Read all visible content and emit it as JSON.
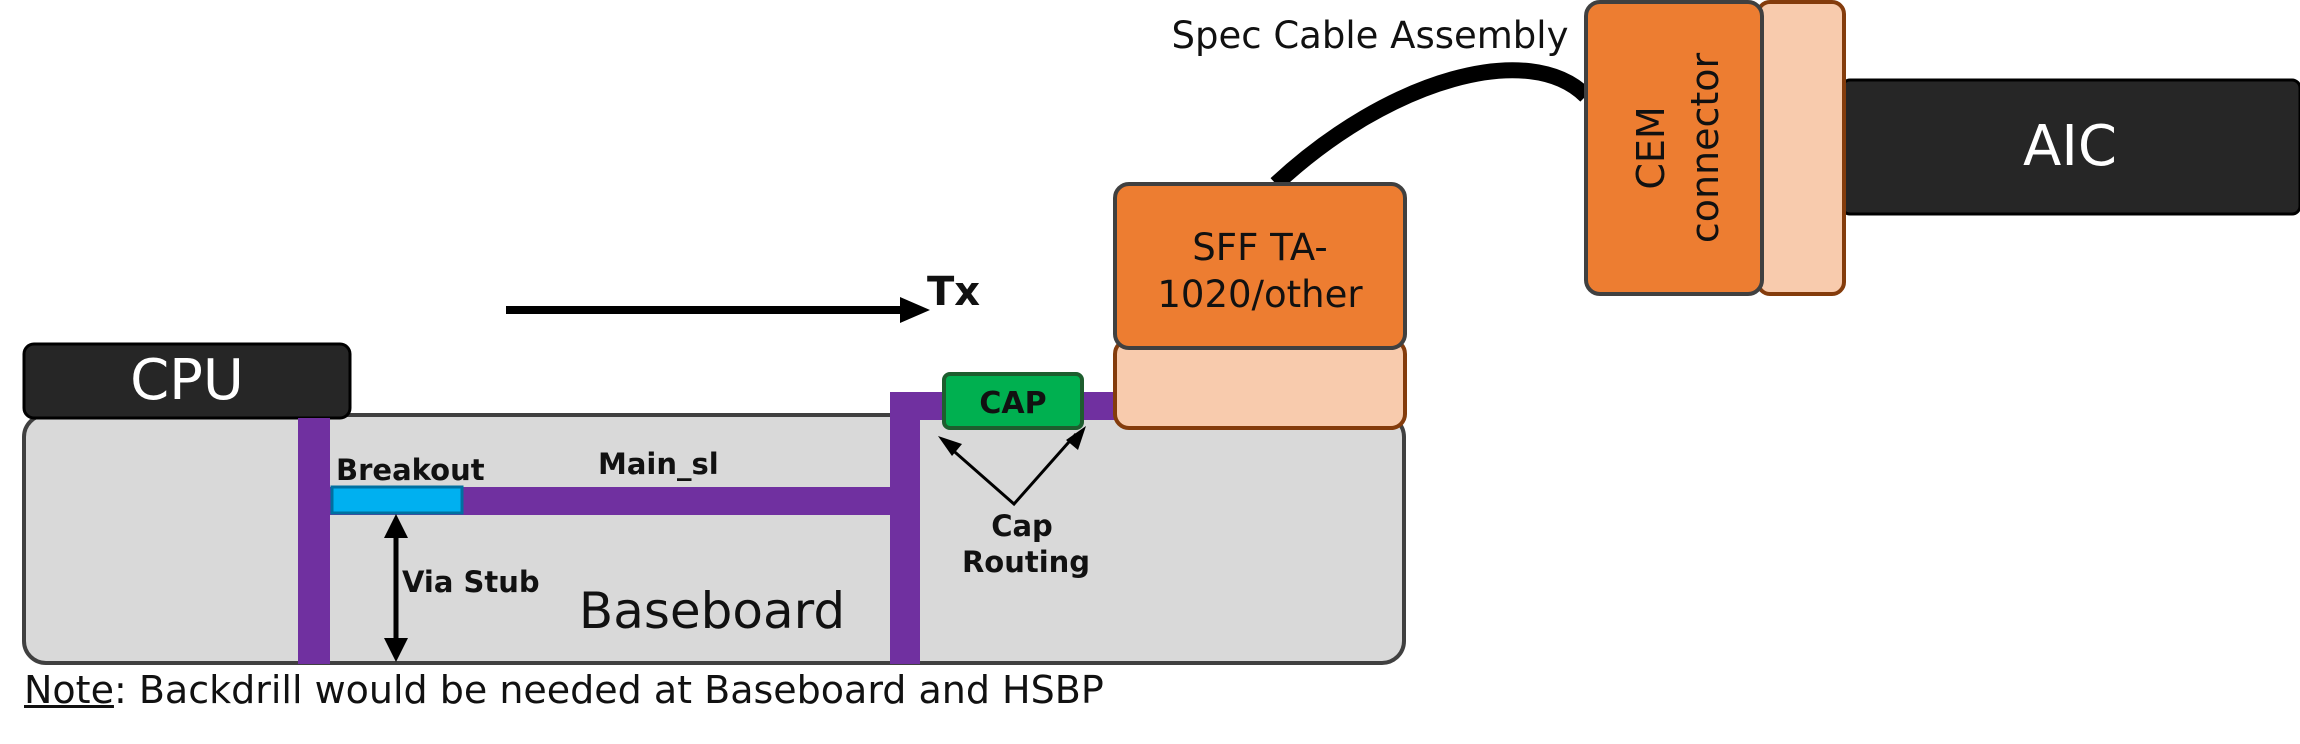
{
  "labels": {
    "spec_cable": "Spec Cable Assembly",
    "cem_line1": "CEM",
    "cem_line2": "connector",
    "aic": "AIC",
    "tx": "Tx",
    "sff_line1": "SFF TA-",
    "sff_line2": "1020/other",
    "cpu": "CPU",
    "cap": "CAP",
    "breakout": "Breakout",
    "main_sl": "Main_sl",
    "cap_routing_line1": "Cap",
    "cap_routing_line2": "Routing",
    "via_stub": "Via Stub",
    "baseboard": "Baseboard"
  },
  "note": {
    "prefix": "Note",
    "text": ": Backdrill would be needed at Baseboard and HSBP"
  },
  "colors": {
    "trace_purple": "#7030a0",
    "board_gray": "#d9d9d9",
    "dark_box": "#262626",
    "orange": "#ed7d31",
    "peach": "#f8cbad",
    "cap_green": "#00b050",
    "breakout_blue": "#00b0f0"
  }
}
